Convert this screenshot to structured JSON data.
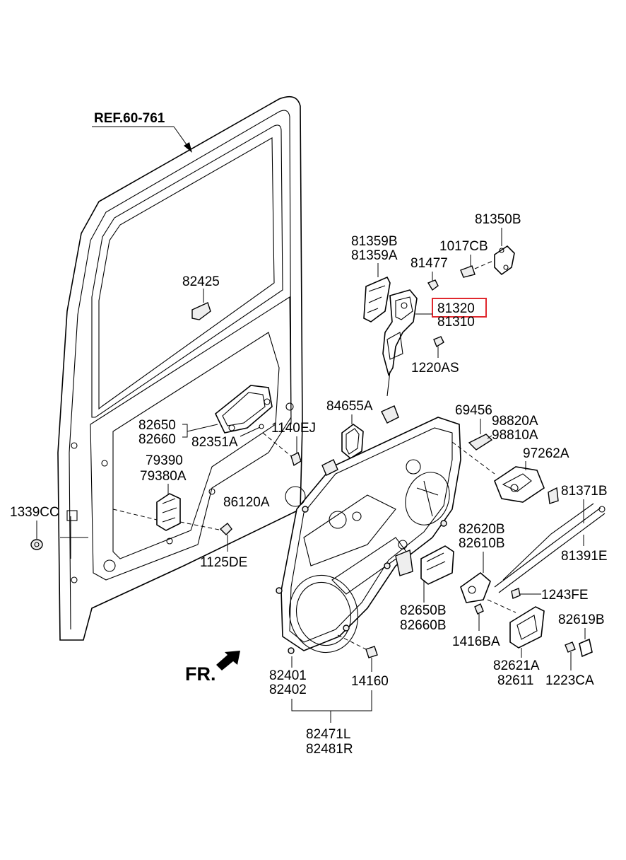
{
  "diagram": {
    "ref_label": "REF.60-761",
    "front_label": "FR.",
    "highlight_color": "#e0282e",
    "labels": {
      "p82425": "82425",
      "p81359B": "81359B",
      "p81359A": "81359A",
      "p81477": "81477",
      "p81350B": "81350B",
      "p1017CB": "1017CB",
      "p81320": "81320",
      "p81310": "81310",
      "p1220AS": "1220AS",
      "p84655A": "84655A",
      "p69456": "69456",
      "p98820A": "98820A",
      "p98810A": "98810A",
      "p97262A": "97262A",
      "p82650": "82650",
      "p82660": "82660",
      "p82351A": "82351A",
      "p1140EJ": "1140EJ",
      "p79390": "79390",
      "p79380A": "79380A",
      "p86120A": "86120A",
      "p81371B": "81371B",
      "p1339CC": "1339CC",
      "p1125DE": "1125DE",
      "p82620B": "82620B",
      "p82610B": "82610B",
      "p81391E": "81391E",
      "p1243FE": "1243FE",
      "p82650B": "82650B",
      "p82660B": "82660B",
      "p1416BA": "1416BA",
      "p82619B": "82619B",
      "p82401": "82401",
      "p82402": "82402",
      "p14160": "14160",
      "p82621A": "82621A",
      "p82611": "82611",
      "p1223CA": "1223CA",
      "p82471L": "82471L",
      "p82481R": "82481R"
    }
  }
}
